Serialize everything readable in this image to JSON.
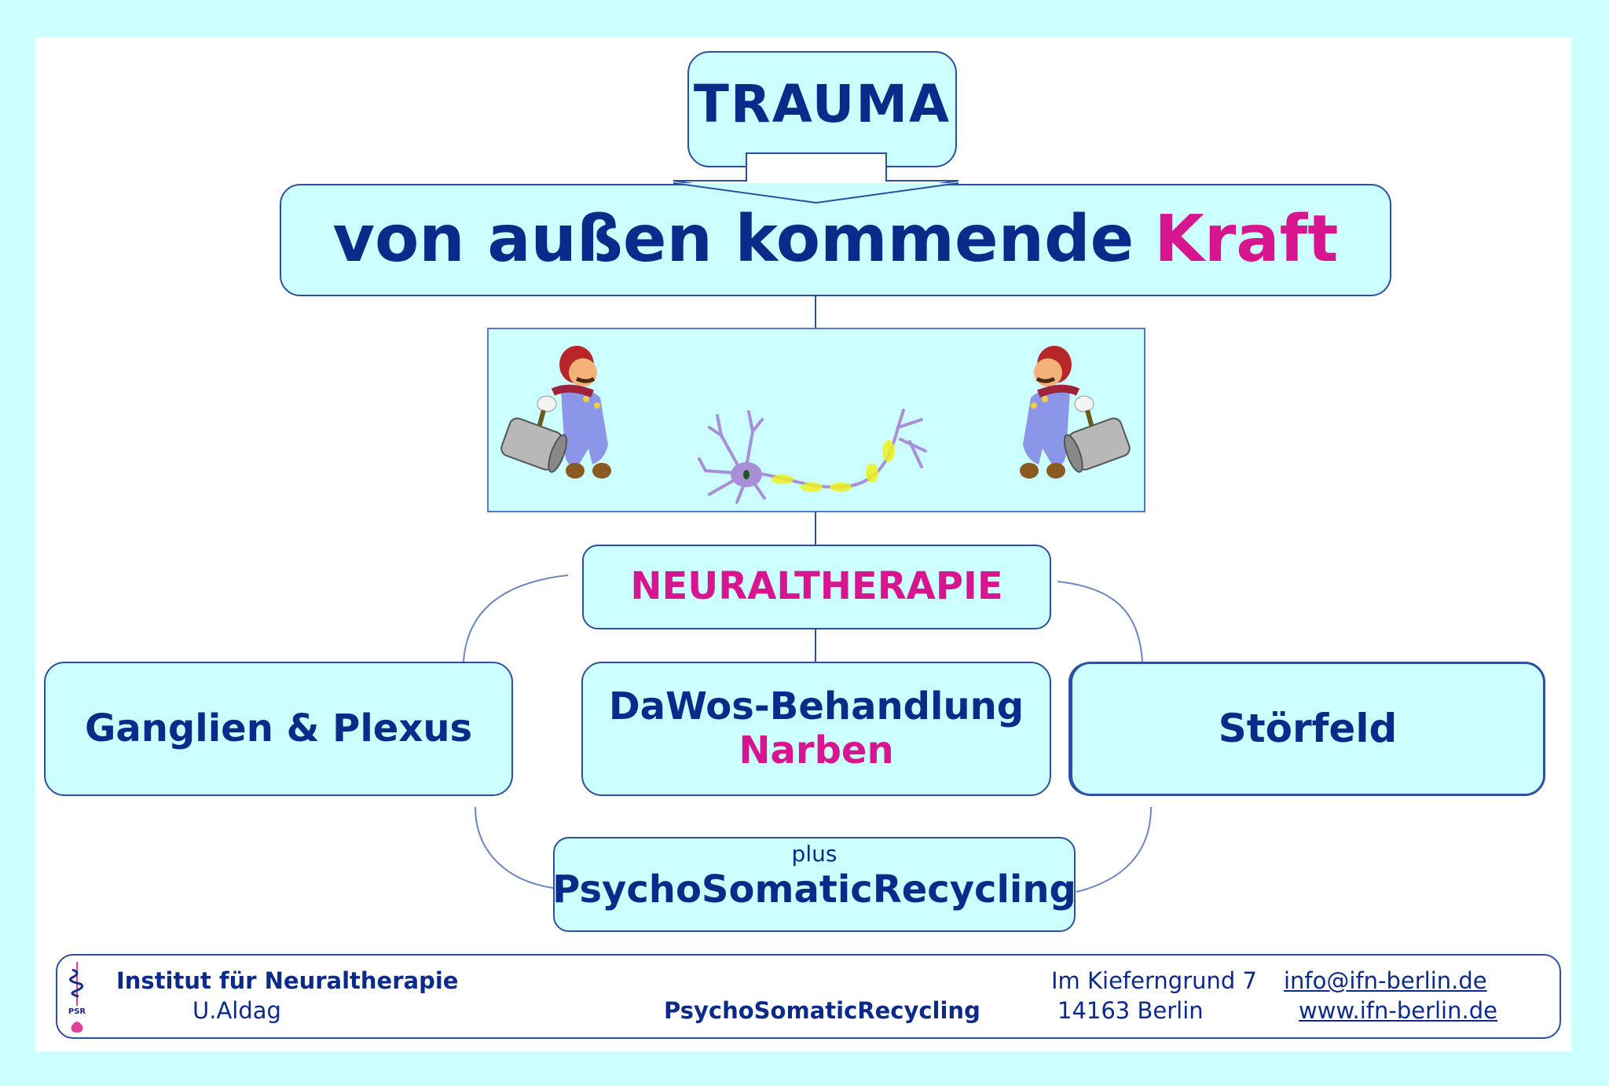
{
  "diagram": {
    "top": {
      "label": "TRAUMA"
    },
    "force": {
      "text_part1": "von außen kommende",
      "text_part2": "Kraft"
    },
    "illustration": {
      "left_figure": "hammer-figure-icon",
      "center": "neuron-icon",
      "right_figure": "hammer-figure-icon"
    },
    "therapy": {
      "label": "NEURALTHERAPIE"
    },
    "branches": [
      {
        "label": "Ganglien & Plexus"
      },
      {
        "label_line1": "DaWos-Behandlung",
        "label_line2": "Narben"
      },
      {
        "label": "Störfeld"
      }
    ],
    "psr": {
      "prefix": "plus",
      "label": "PsychoSomaticRecycling"
    }
  },
  "footer": {
    "logo_text": "PSR",
    "institute": "Institut für Neuraltherapie",
    "person": "U.Aldag",
    "brand": "PsychoSomaticRecycling",
    "street": "Im Kieferngrund 7",
    "city": "14163 Berlin",
    "email": "info@ifn-berlin.de",
    "website": "www.ifn-berlin.de"
  },
  "colors": {
    "background": "#ccffff",
    "box_fill": "#ccffff",
    "border": "#2d4fa0",
    "text_navy": "#0b2a8a",
    "accent_magenta": "#d6158f"
  }
}
